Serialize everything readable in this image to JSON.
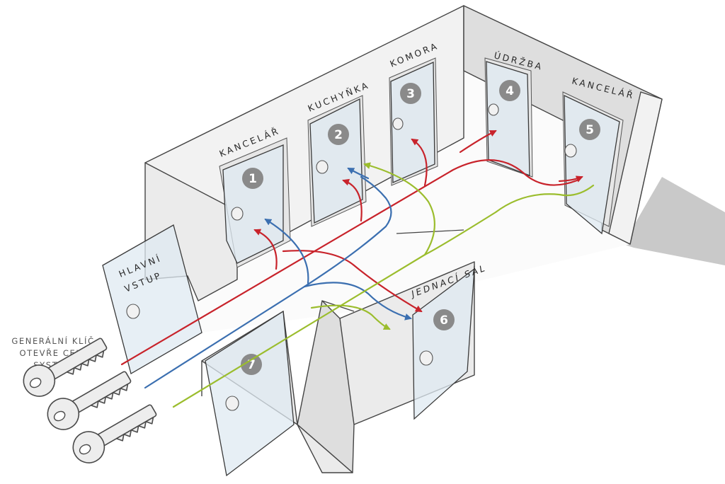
{
  "colors": {
    "red": "#c8232b",
    "blue": "#3b6fb0",
    "green": "#9bbd2d",
    "badge": "#8a8a8a"
  },
  "labels": {
    "main_entrance_line1": "HLAVNÍ",
    "main_entrance_line2": "VSTUP",
    "master_key_line1": "GENERÁLNÍ KLÍČ",
    "master_key_line2": "OTEVŘE CELÝ",
    "master_key_line3": "SYSTÉM",
    "room1": "KANCELÁŘ",
    "room2": "KUCHYŇKA",
    "room3": "KOMORA",
    "room4": "ÚDRŽBA",
    "room5": "KANCELÁŘ",
    "room6": "JEDNACÍ SÁL"
  },
  "doors": {
    "d1": "1",
    "d2": "2",
    "d3": "3",
    "d4": "4",
    "d5": "5",
    "d6": "6",
    "d7": "7"
  },
  "keys": [
    "red-key",
    "blue-key",
    "green-key"
  ]
}
